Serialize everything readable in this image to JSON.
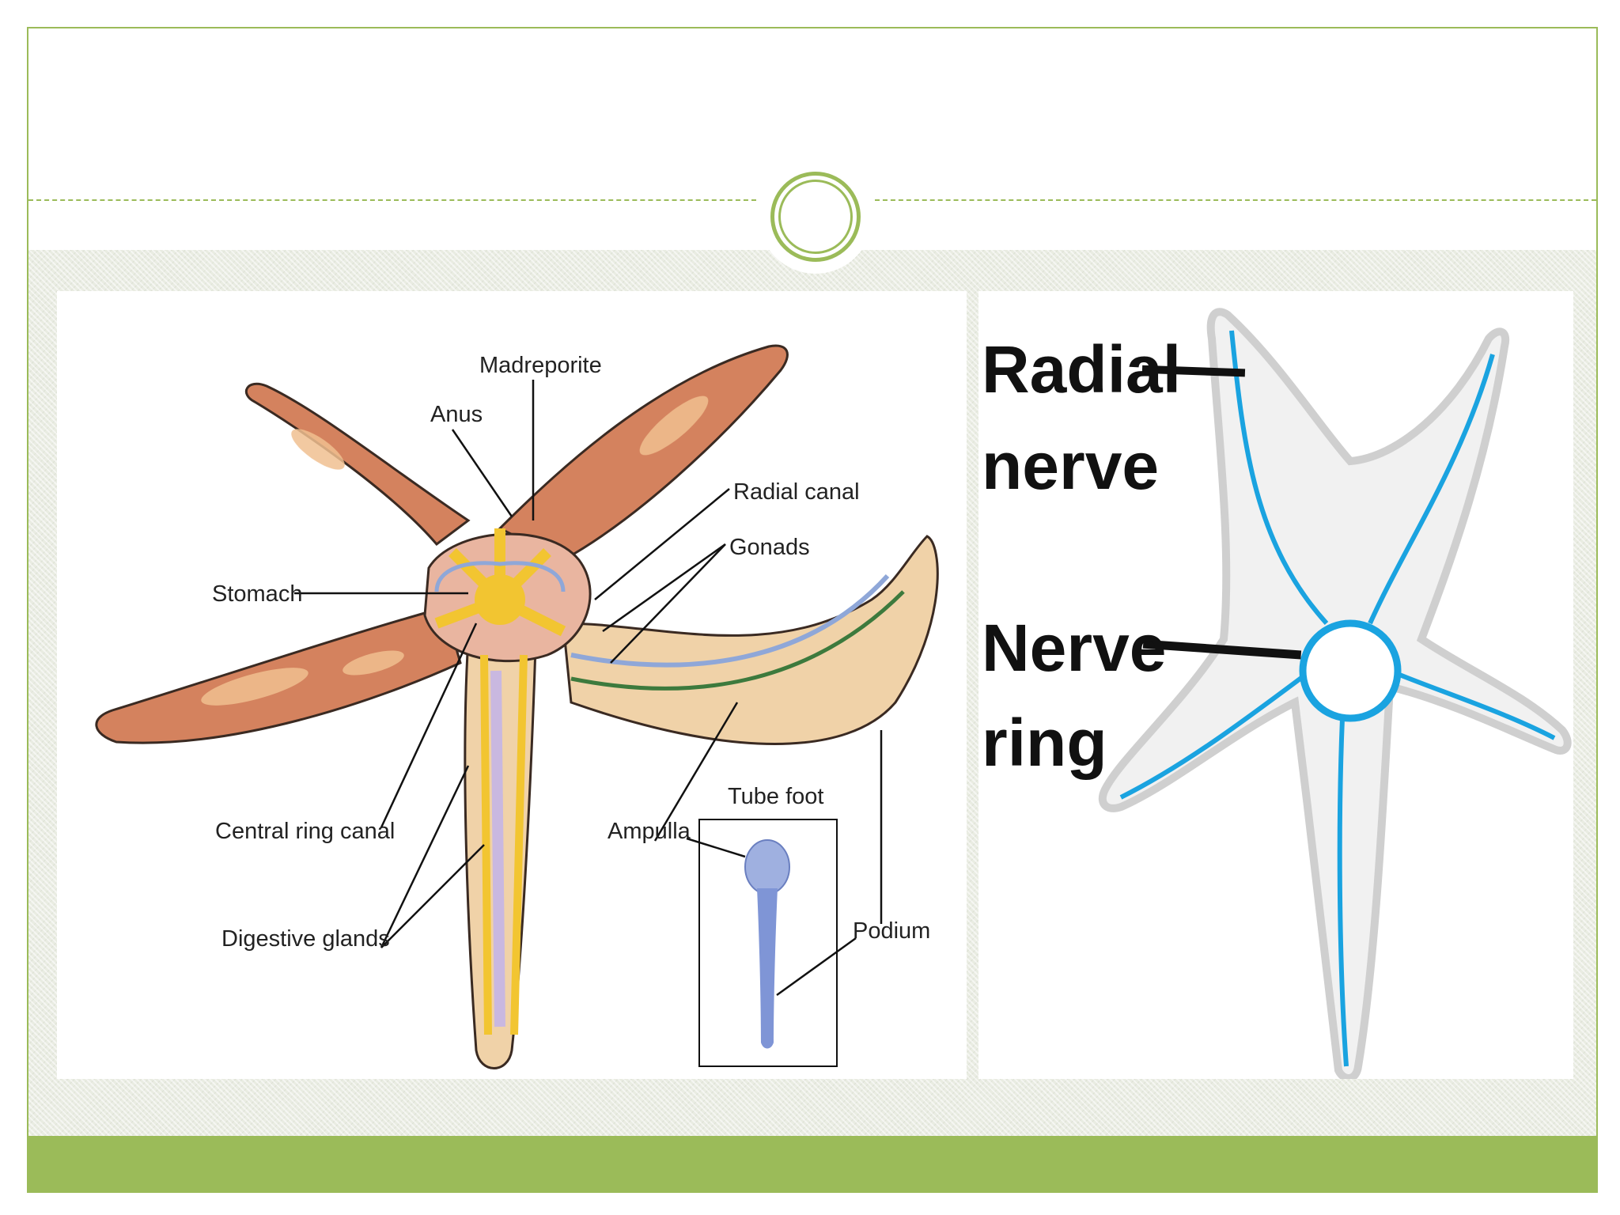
{
  "slide": {
    "accent_color": "#9bbb59",
    "title": ""
  },
  "left_diagram": {
    "labels": {
      "madreporite": "Madreporite",
      "anus": "Anus",
      "radial_canal": "Radial canal",
      "gonads": "Gonads",
      "stomach": "Stomach",
      "central_ring_canal": "Central ring canal",
      "digestive_glands": "Digestive glands",
      "tube_foot": "Tube foot",
      "ampulla": "Ampulla",
      "podium": "Podium"
    },
    "colors": {
      "arm_fill": "#d4825e",
      "arm_edge": "#3a2a22",
      "arm_inner": "#f0d2a8",
      "digestive": "#f2c531",
      "water_vascular": "#8fa7d8"
    }
  },
  "right_diagram": {
    "labels": {
      "radial_nerve_line1": "Radial",
      "radial_nerve_line2": "nerve",
      "nerve_ring_line1": "Nerve",
      "nerve_ring_line2": "ring"
    },
    "colors": {
      "body_fill": "#f1f1f1",
      "nerve": "#1aa3e0"
    }
  }
}
